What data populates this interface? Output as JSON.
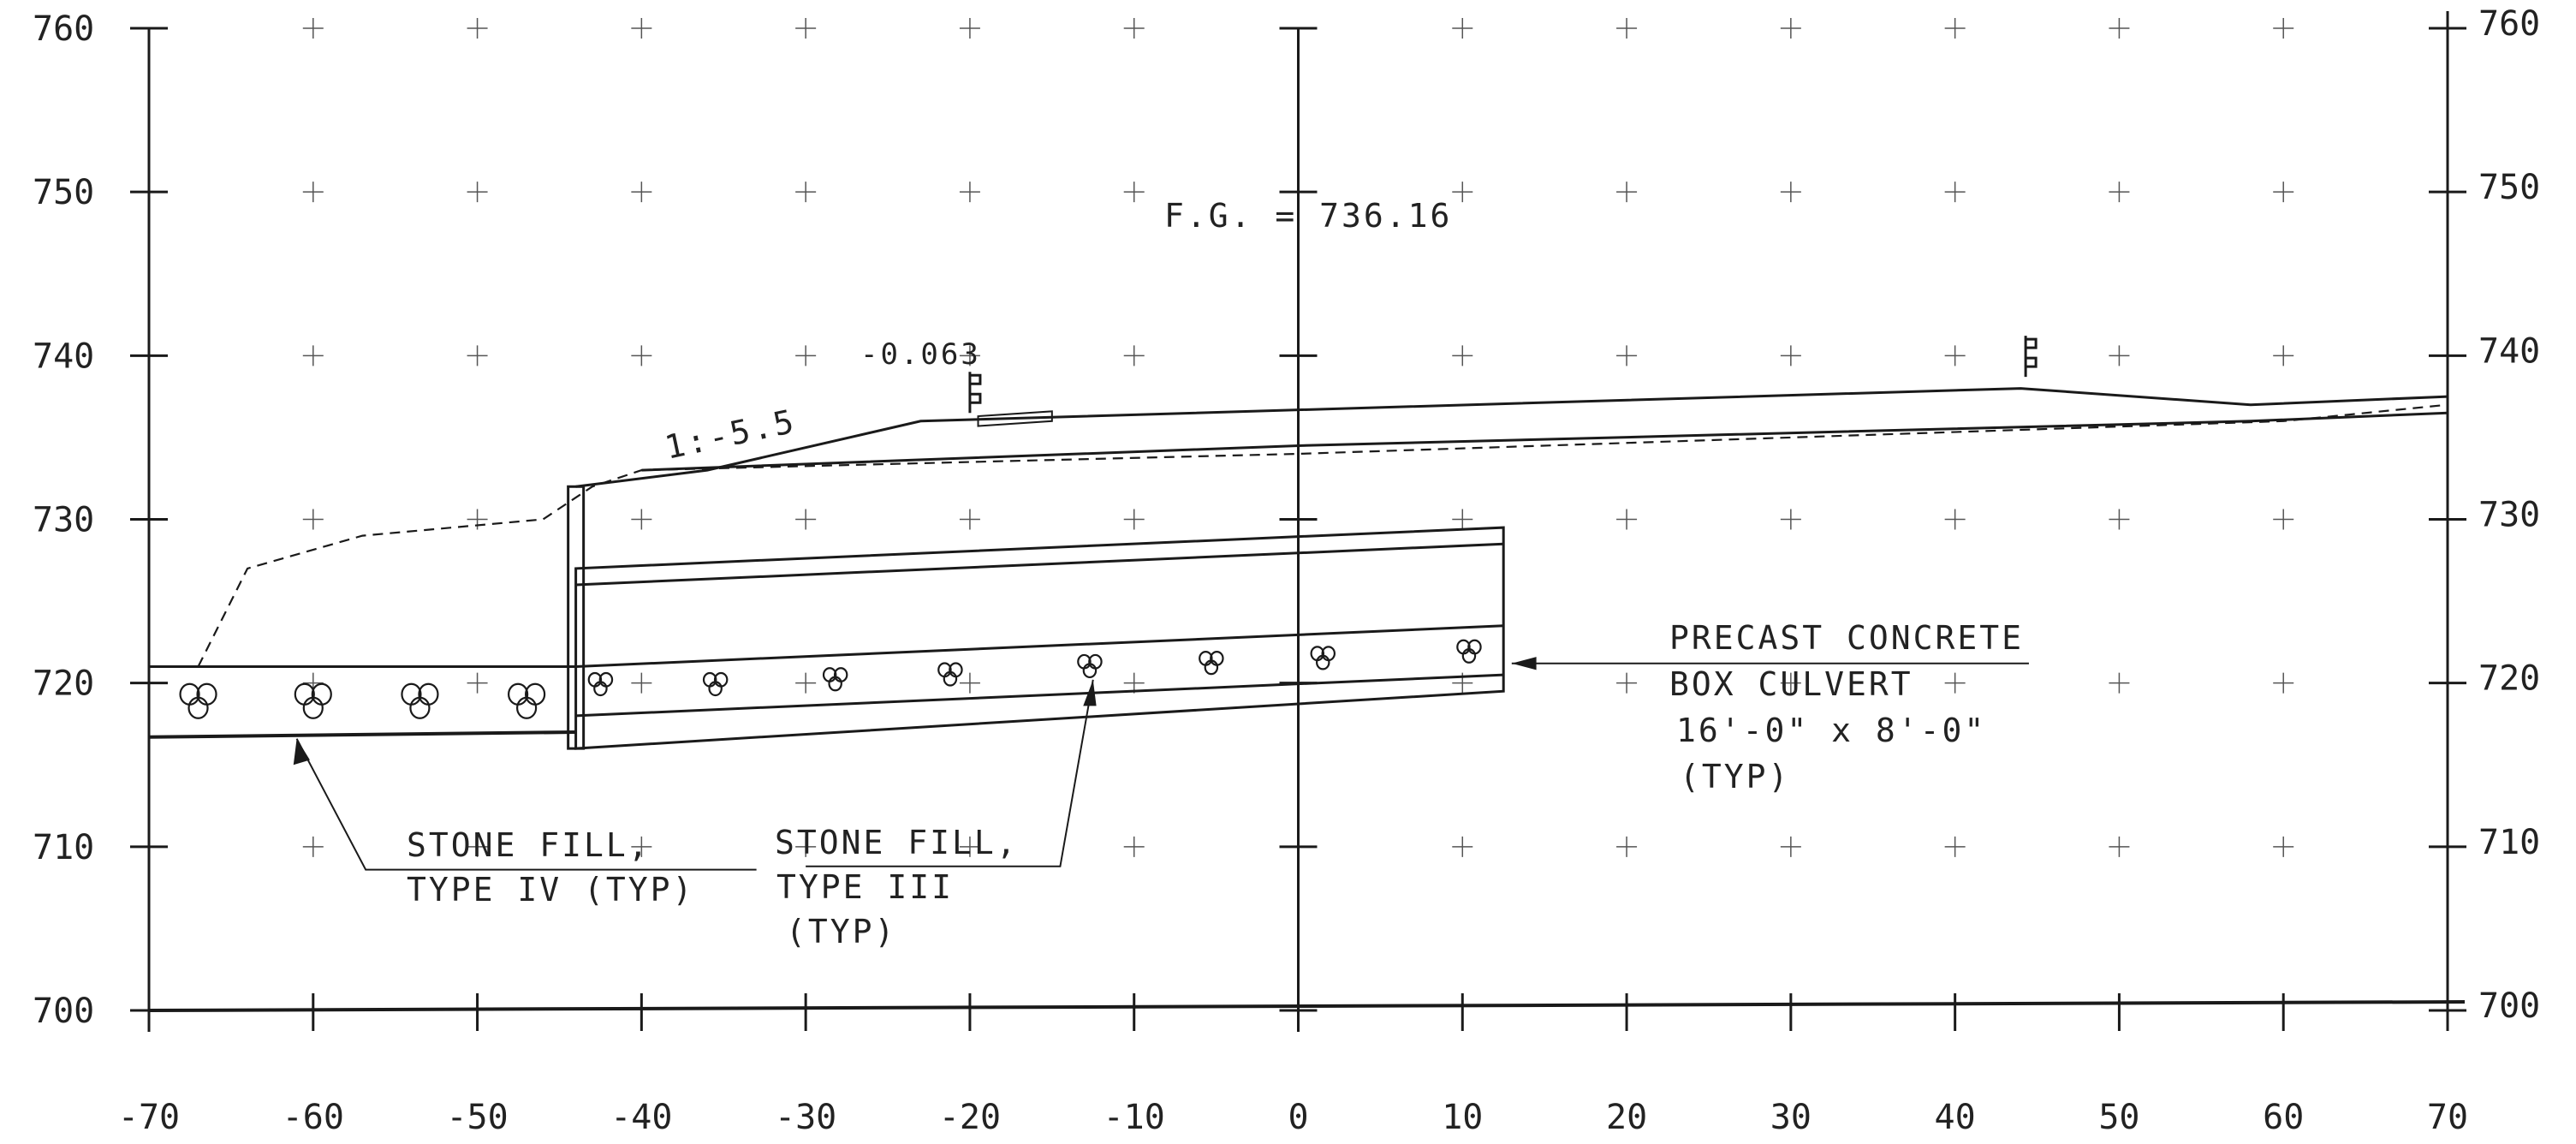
{
  "drawing": {
    "x_axis": {
      "ticks": [
        "-70",
        "-60",
        "-50",
        "-40",
        "-30",
        "-20",
        "-10",
        "0",
        "10",
        "20",
        "30",
        "40",
        "50",
        "60",
        "70"
      ],
      "range": [
        -70,
        70
      ]
    },
    "y_axis": {
      "ticks": [
        "700",
        "710",
        "720",
        "730",
        "740",
        "750",
        "760"
      ],
      "range": [
        700,
        760
      ]
    },
    "grid": "crosses",
    "annotations": {
      "finished_grade": "F.G. = 736.16",
      "cross_slope": "-0.063",
      "side_slope": "1:-5.5",
      "culvert": [
        "PRECAST CONCRETE",
        "BOX CULVERT",
        "16'-0\" x 8'-0\"",
        "(TYP)"
      ],
      "stone_fill_iv": [
        "STONE FILL,",
        "TYPE IV (TYP)"
      ],
      "stone_fill_iii": [
        "STONE FILL,",
        "TYPE III",
        "(TYP)"
      ]
    },
    "profiles": {
      "existing_ground": [
        [
          -67,
          721
        ],
        [
          -64,
          727
        ],
        [
          -57,
          729
        ],
        [
          -46,
          730
        ],
        [
          -43,
          732
        ],
        [
          -40,
          733
        ],
        [
          0,
          734
        ],
        [
          60,
          736
        ],
        [
          70,
          737
        ]
      ],
      "finished_grade": [
        [
          -44,
          732
        ],
        [
          -36,
          733
        ],
        [
          -23,
          736
        ],
        [
          44,
          738
        ],
        [
          58,
          737
        ],
        [
          70,
          737.5
        ]
      ],
      "subgrade": [
        [
          -40,
          733
        ],
        [
          0,
          734.5
        ],
        [
          58,
          736
        ],
        [
          70,
          736.5
        ]
      ],
      "culvert_outer": [
        [
          -44,
          716
        ],
        [
          12.5,
          719.5
        ],
        [
          12.5,
          729.5
        ],
        [
          -44,
          727
        ]
      ],
      "culvert_top_inner": [
        [
          -44,
          726
        ],
        [
          12.5,
          728.5
        ]
      ],
      "culvert_bottom_inner": [
        [
          -44,
          718
        ],
        [
          12.5,
          720.5
        ]
      ],
      "culvert_flow_top": [
        [
          -44,
          721
        ],
        [
          12.5,
          723.5
        ]
      ],
      "stone_fill_iv_top": [
        [
          -70,
          721
        ],
        [
          -44,
          721
        ]
      ],
      "stone_fill_iv_bottom": [
        [
          -70,
          716.7
        ],
        [
          -44,
          717
        ]
      ]
    },
    "stone_symbols": {
      "type_iv": [
        [
          -67,
          719
        ],
        [
          -60,
          719
        ],
        [
          -53.5,
          719
        ],
        [
          -47,
          719
        ]
      ],
      "type_iii": [
        [
          -42.5,
          720
        ],
        [
          -35.5,
          720
        ],
        [
          -28.2,
          720.3
        ],
        [
          -21.2,
          720.6
        ],
        [
          -12.7,
          721.1
        ],
        [
          -5.3,
          721.3
        ],
        [
          1.5,
          721.6
        ],
        [
          10.4,
          722
        ]
      ]
    },
    "guardrails": [
      [
        -20,
        736.5
      ],
      [
        44.3,
        738.7
      ]
    ]
  }
}
